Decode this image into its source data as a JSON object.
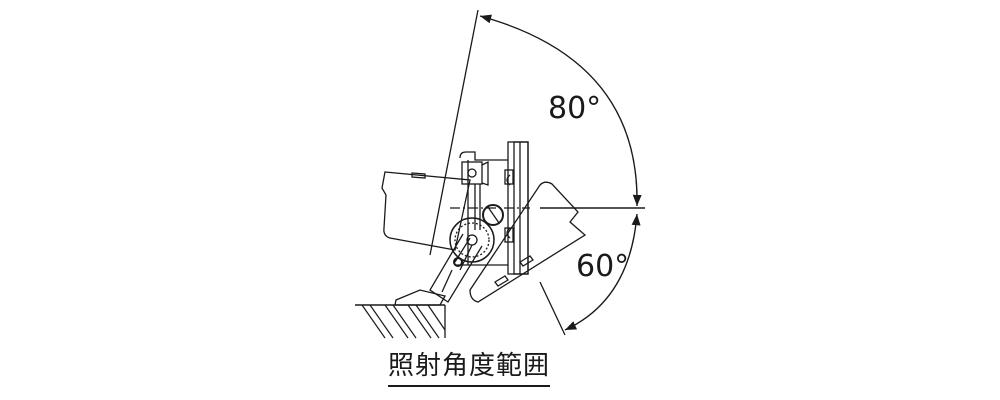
{
  "diagram": {
    "angle_up_label": "80°",
    "angle_down_label": "60°",
    "caption": "照射角度範囲",
    "line_color": "#1a1a1a"
  }
}
